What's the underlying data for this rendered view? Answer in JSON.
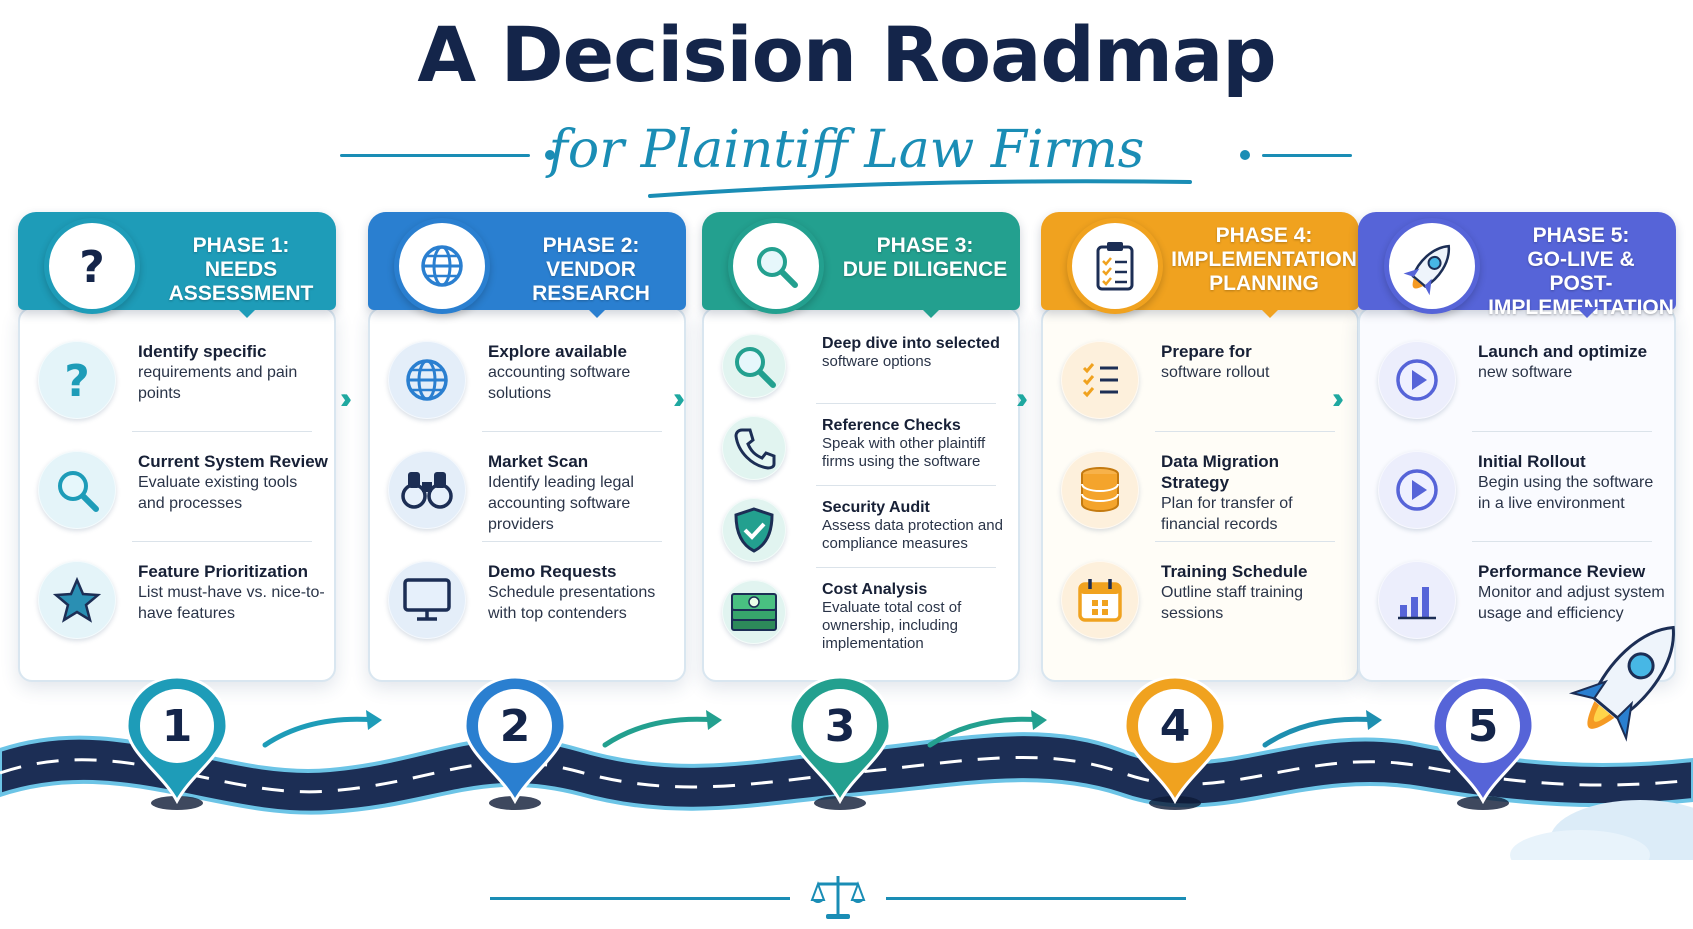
{
  "title": "A Decision Roadmap",
  "subtitle": "for Plaintiff Law Firms",
  "colors": {
    "navy": "#14254a",
    "accent": "#1a8db5",
    "phase1": "#1e9cb8",
    "phase2": "#2a7fd0",
    "phase3": "#23a08f",
    "phase4": "#f0a21f",
    "phase5": "#5664d8"
  },
  "phases": [
    {
      "header": "PHASE 1:\nNEEDS ASSESSMENT",
      "icon": "question-icon",
      "number": "1",
      "items": [
        {
          "title": "Identify specific",
          "desc": "requirements and pain points",
          "icon": "question-icon"
        },
        {
          "title": "Current System Review",
          "desc": "Evaluate existing tools and processes",
          "icon": "magnifier-icon"
        },
        {
          "title": "Feature Prioritization",
          "desc": "List must-have vs. nice-to-have features",
          "icon": "star-icon"
        }
      ]
    },
    {
      "header": "PHASE 2:\nVENDOR RESEARCH",
      "icon": "globe-icon",
      "number": "2",
      "items": [
        {
          "title": "Explore available",
          "desc": "accounting software solutions",
          "icon": "globe-icon"
        },
        {
          "title": "Market Scan",
          "desc": "Identify leading legal accounting software providers",
          "icon": "binoculars-icon"
        },
        {
          "title": "Demo Requests",
          "desc": "Schedule presentations with top contenders",
          "icon": "monitor-icon"
        }
      ]
    },
    {
      "header": "PHASE 3:\nDUE DILIGENCE",
      "icon": "magnifier-icon",
      "number": "3",
      "items": [
        {
          "title": "Deep dive into selected",
          "desc": "software options",
          "icon": "magnifier-icon"
        },
        {
          "title": "Reference Checks",
          "desc": "Speak with other plaintiff firms using the software",
          "icon": "phone-icon"
        },
        {
          "title": "Security Audit",
          "desc": "Assess data protection and compliance measures",
          "icon": "shield-icon"
        },
        {
          "title": "Cost Analysis",
          "desc": "Evaluate total cost of ownership, including implementation",
          "icon": "money-icon"
        }
      ]
    },
    {
      "header": "PHASE 4:\nIMPLEMENTATION\nPLANNING",
      "icon": "clipboard-icon",
      "number": "4",
      "items": [
        {
          "title": "Prepare for",
          "desc": "software rollout",
          "icon": "checklist-icon"
        },
        {
          "title": "Data Migration Strategy",
          "desc": "Plan for transfer of financial records",
          "icon": "database-icon"
        },
        {
          "title": "Training Schedule",
          "desc": "Outline staff training sessions",
          "icon": "calendar-icon"
        }
      ]
    },
    {
      "header": "PHASE 5:\nGO-LIVE &\nPOST-IMPLEMENTATION",
      "icon": "rocket-icon",
      "number": "5",
      "items": [
        {
          "title": "Launch and optimize",
          "desc": "new software",
          "icon": "play-icon"
        },
        {
          "title": "Initial Rollout",
          "desc": "Begin using the software in a live environment",
          "icon": "play-icon"
        },
        {
          "title": "Performance Review",
          "desc": "Monitor and adjust system usage and efficiency",
          "icon": "bar-chart-icon"
        }
      ]
    }
  ]
}
